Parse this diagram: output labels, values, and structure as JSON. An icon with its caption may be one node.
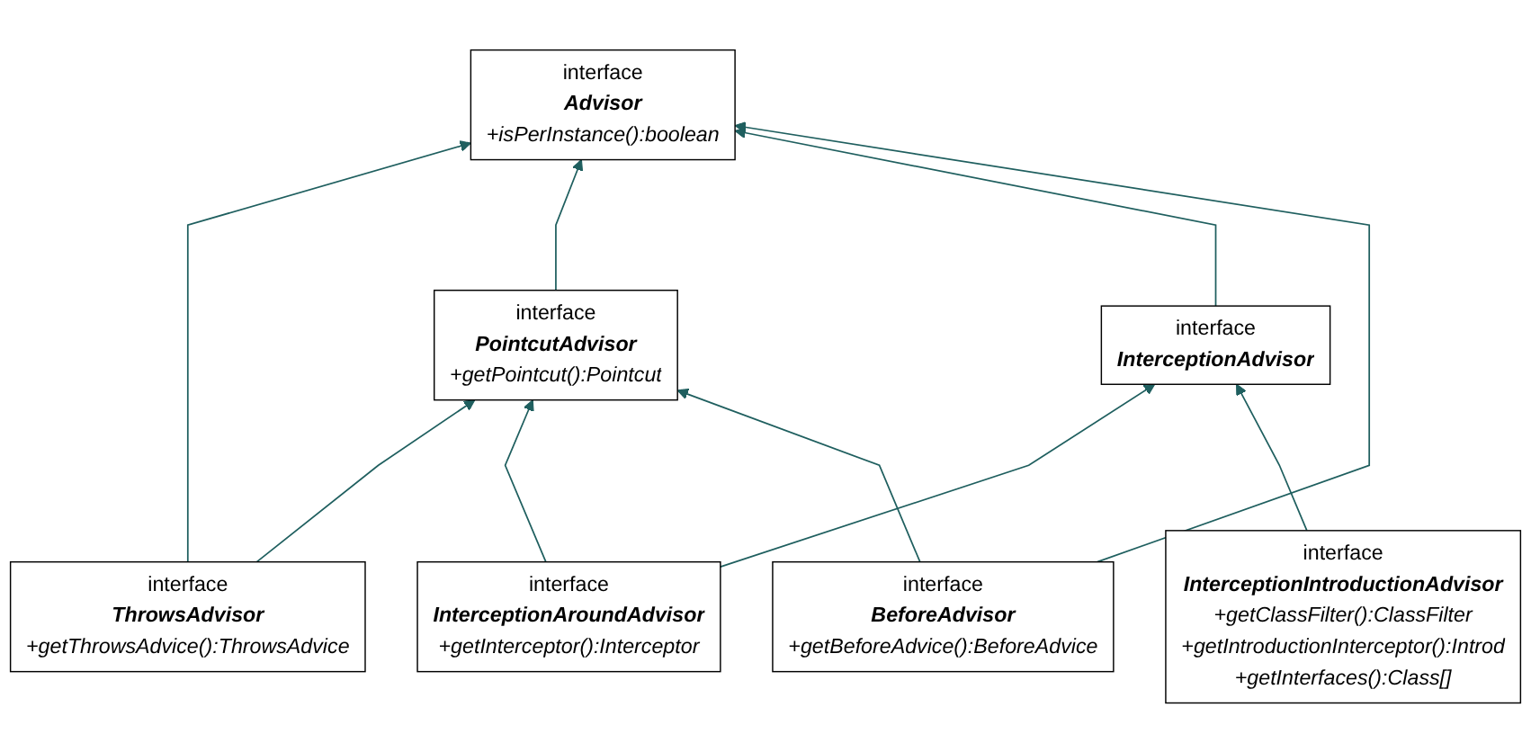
{
  "diagram": {
    "nodes": [
      {
        "text": [
          "interface",
          "Advisor",
          "+isPerInstance():boolean"
        ]
      },
      {
        "text": [
          "interface",
          "PointcutAdvisor",
          "+getPointcut():Pointcut"
        ]
      },
      {
        "text": [
          "interface",
          "InterceptionAdvisor"
        ]
      },
      {
        "text": [
          "interface",
          "ThrowsAdvisor",
          "+getThrowsAdvice():ThrowsAdvice"
        ]
      },
      {
        "text": [
          "interface",
          "InterceptionAroundAdvisor",
          "+getInterceptor():Interceptor"
        ]
      },
      {
        "text": [
          "interface",
          "InterceptionIntroductionAdvisor",
          "+getClassFilter():ClassFilter",
          "+getIntroductionInterceptor():Introd",
          "+getInterfaces():Class[]"
        ]
      },
      {
        "text": [
          "interface",
          "BeforeAdvisor",
          "+getBeforeAdvice():BeforeAdvice"
        ]
      }
    ],
    "edges": [
      {
        "from": 3,
        "to": 0,
        "arrow": "to"
      },
      {
        "from": 1,
        "to": 0,
        "arrow": "to"
      },
      {
        "from": 2,
        "to": 0,
        "arrow": "to"
      },
      {
        "from": 6,
        "to": 0,
        "arrow": "to"
      },
      {
        "from": 3,
        "to": 1,
        "arrow": "to"
      },
      {
        "from": 4,
        "to": 1,
        "arrow": "to"
      },
      {
        "from": 6,
        "to": 1,
        "arrow": "to"
      },
      {
        "from": 4,
        "to": 2,
        "arrow": "to"
      },
      {
        "from": 5,
        "to": 2,
        "arrow": "to"
      }
    ]
  }
}
